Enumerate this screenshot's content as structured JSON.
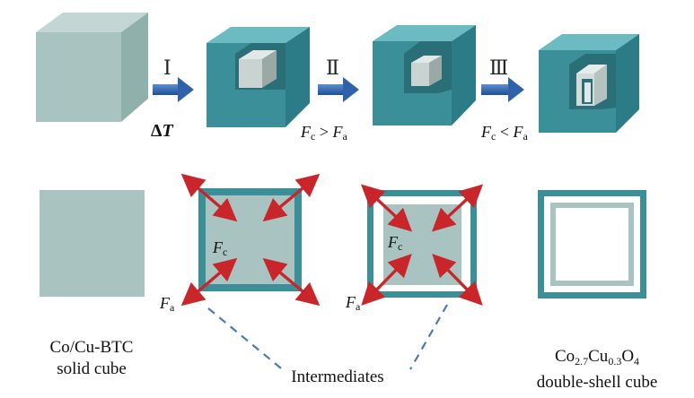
{
  "steps": [
    {
      "numeral": "Ⅰ",
      "condition_delta": "Δ",
      "condition_var": "T"
    },
    {
      "numeral": "Ⅱ",
      "condition_force_1": "F",
      "condition_sub_1": "c",
      "condition_op": ">",
      "condition_force_2": "F",
      "condition_sub_2": "a"
    },
    {
      "numeral": "Ⅲ",
      "condition_force_1": "F",
      "condition_sub_1": "c",
      "condition_op": "<",
      "condition_force_2": "F",
      "condition_sub_2": "a"
    }
  ],
  "force_labels": {
    "fc_symbol": "F",
    "fc_sub": "c",
    "fa_symbol": "F",
    "fa_sub": "a"
  },
  "captions": {
    "solid_line1": "Co/Cu-BTC",
    "solid_line2": "solid cube",
    "intermediates": "Intermediates",
    "product_co": "Co",
    "product_co_sub": "2.7",
    "product_cu": "Cu",
    "product_cu_sub": "0.3",
    "product_o": "O",
    "product_o_sub": "4",
    "product_line2": "double-shell cube"
  },
  "colors": {
    "solid_cube": "#a9c4c0",
    "shell_teal": "#3a8f99",
    "shell_light": "#6cbac2",
    "core_grey": "#c9d3d1",
    "arrow_blue": "#2f62a8",
    "force_arrow_red": "#c8262a",
    "dashed_line": "#4a79b8"
  }
}
